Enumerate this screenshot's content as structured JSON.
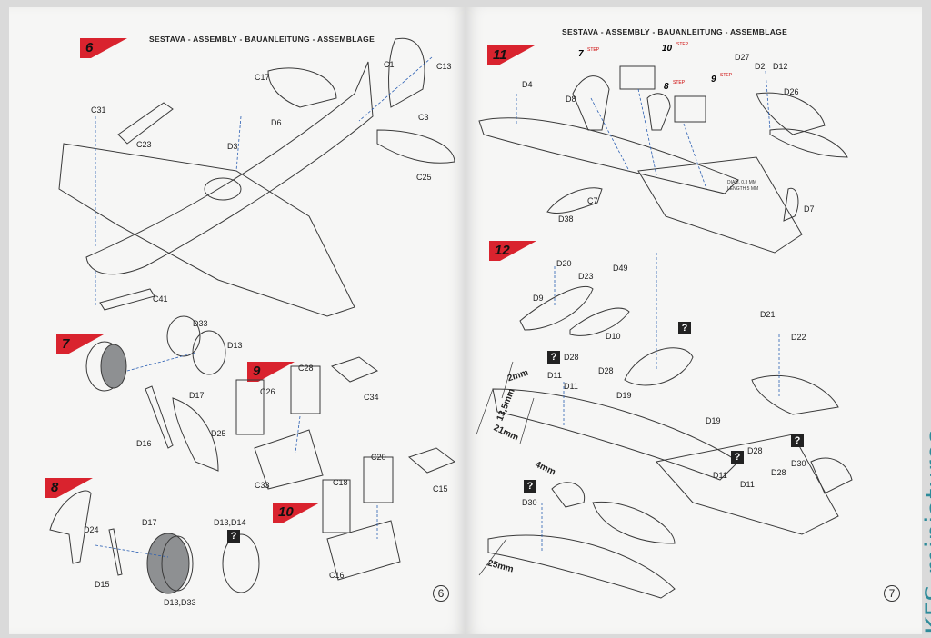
{
  "left_page": {
    "header": "SESTAVA - ASSEMBLY - BAUANLEITUNG - ASSEMBLAGE",
    "steps": [
      "6",
      "7",
      "8",
      "9",
      "10"
    ],
    "labels": {
      "C1": "C1",
      "C13": "C13",
      "C17": "C17",
      "C31": "C31",
      "C23": "C23",
      "D6": "D6",
      "D3": "D3",
      "C3": "C3",
      "C25": "C25",
      "C41": "C41",
      "D33": "D33",
      "D13": "D13",
      "D17": "D17",
      "D16": "D16",
      "D25": "D25",
      "C28": "C28",
      "C26": "C26",
      "C34": "C34",
      "C33": "C33",
      "D24": "D24",
      "D17b": "D17",
      "D15": "D15",
      "D13D14": "D13,D14",
      "D13D33": "D13,D33",
      "C20": "C20",
      "C18": "C18",
      "C15": "C15",
      "C16": "C16"
    },
    "page_number": "6"
  },
  "right_page": {
    "header": "SESTAVA - ASSEMBLY - BAUANLEITUNG - ASSEMBLAGE",
    "steps": [
      "11",
      "12"
    ],
    "sub_steps": [
      {
        "num": "7",
        "word": "STEP"
      },
      {
        "num": "10",
        "word": "STEP"
      },
      {
        "num": "8",
        "word": "STEP"
      },
      {
        "num": "9",
        "word": "STEP"
      }
    ],
    "labels": {
      "D4": "D4",
      "D8": "D8",
      "D27": "D27",
      "D2": "D2",
      "D12": "D12",
      "D26": "D26",
      "C7": "C7",
      "D38": "D38",
      "D7": "D7",
      "D20": "D20",
      "D23": "D23",
      "D49": "D49",
      "D9": "D9",
      "D10": "D10",
      "D21": "D21",
      "D22": "D22",
      "D28a": "D28",
      "D28b": "D28",
      "D11a": "D11",
      "D11b": "D11",
      "D19a": "D19",
      "D19b": "D19",
      "D28c": "D28",
      "D28d": "D28",
      "D30a": "D30",
      "D11c": "D11",
      "D11d": "D11",
      "D30b": "D30"
    },
    "drill_note": [
      "DIAM. 0,3 MM",
      "LENGTH 5 MM"
    ],
    "measurements": [
      "2mm",
      "13,5mm",
      "21mm",
      "4mm",
      "25mm"
    ],
    "unknown_marker": "?",
    "page_number": "7"
  },
  "watermark": "KFS-miniatures",
  "colors": {
    "step_red": "#d9232e",
    "paper": "#f6f6f5",
    "line": "#3a3a3a",
    "guide": "#2b5fb3",
    "watermark": "#2e8b9a"
  }
}
